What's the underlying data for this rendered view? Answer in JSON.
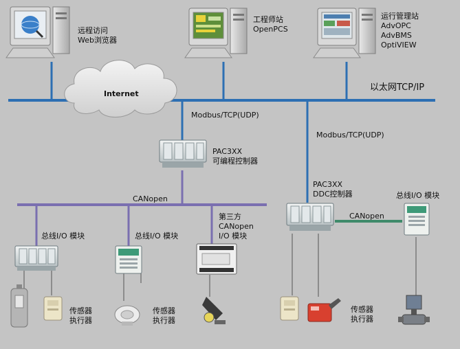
{
  "workstations": {
    "remote": {
      "line1": "远程访问",
      "line2": "Web浏览器"
    },
    "engineer": {
      "line1": "工程师站",
      "line2": "OpenPCS"
    },
    "ops": {
      "line1": "运行管理站",
      "line2": "AdvOPC",
      "line3": "AdvBMS",
      "line4": "OptiVIEW"
    }
  },
  "network": {
    "internet": "Internet",
    "ethernet": "以太网TCP/IP",
    "modbus_left": "Modbus/TCP(UDP)",
    "modbus_right": "Modbus/TCP(UDP)",
    "canopen_main": "CANopen",
    "canopen_right": "CANopen"
  },
  "controllers": {
    "plc": {
      "line1": "PAC3XX",
      "line2": "可编程控制器"
    },
    "ddc": {
      "line1": "PAC3XX",
      "line2": "DDC控制器"
    }
  },
  "modules": {
    "io_1": "总线I/O 模块",
    "io_2": "总线I/O 模块",
    "third_party": {
      "line1": "第三方",
      "line2": "CANopen",
      "line3": "I/O 模块"
    },
    "io_right": "总线I/O 模块"
  },
  "field_devices": {
    "group1": {
      "line1": "传感器",
      "line2": "执行器"
    },
    "group2": {
      "line1": "传感器",
      "line2": "执行器"
    },
    "group3": {
      "line1": "传感器",
      "line2": "执行器"
    }
  },
  "colors": {
    "background": "#c4c4c4",
    "ethernet_bus": "#2d6fb3",
    "canopen_bus": "#7a6fb0",
    "canopen_right_bus": "#3f8a6a"
  }
}
